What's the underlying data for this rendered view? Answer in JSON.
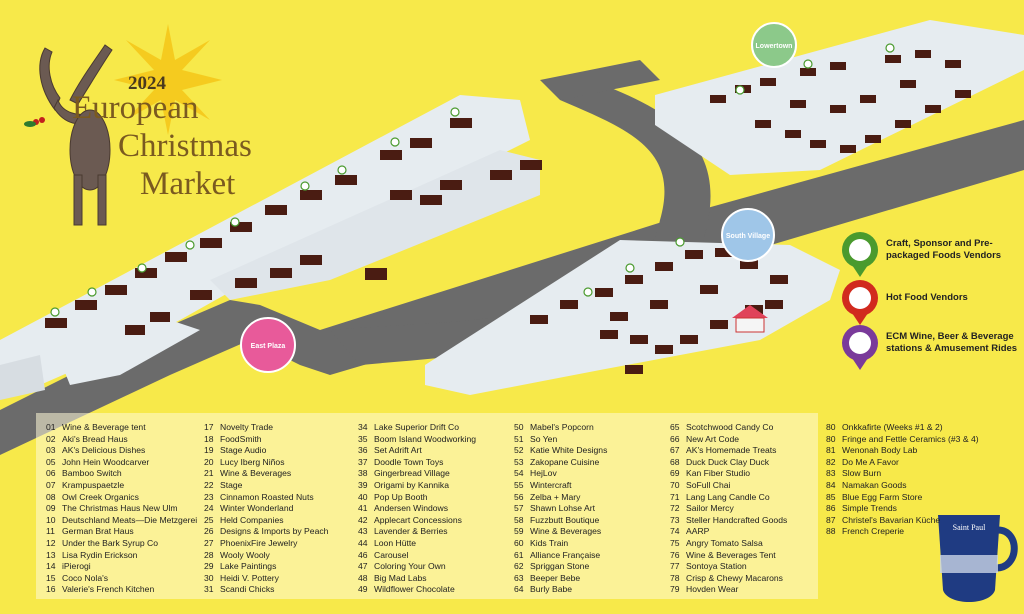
{
  "logo": {
    "year": "2024",
    "title_lines": [
      "European",
      "Christmas",
      "Market"
    ]
  },
  "areas": {
    "east_plaza": "East Plaza",
    "south_village": "South Village",
    "lowertown": "Lowertown"
  },
  "legend": [
    {
      "label": "Craft, Sponsor and Pre-packaged Foods Vendors",
      "color": "#4a9a2e",
      "icon": "green-pin-icon"
    },
    {
      "label": "Hot Food Vendors",
      "color": "#d12a1e",
      "icon": "red-pin-icon"
    },
    {
      "label": "ECM Wine, Beer & Beverage stations & Amusement Rides",
      "color": "#7a3a9a",
      "icon": "purple-pin-icon"
    }
  ],
  "colors": {
    "background": "#f7e94a",
    "road": "#6b6b6b",
    "plaza": "#e6ecf0",
    "east_plaza_badge": "#e85a9a",
    "village_badge": "#9fc6e8",
    "lowertown_badge": "#8cc98a"
  },
  "vendor_columns": [
    [
      {
        "num": "01",
        "name": "Wine & Beverage tent"
      },
      {
        "num": "02",
        "name": "Aki's Bread Haus"
      },
      {
        "num": "03",
        "name": "AK's Delicious Dishes"
      },
      {
        "num": "05",
        "name": "John Hein Woodcarver"
      },
      {
        "num": "06",
        "name": "Bamboo Switch"
      },
      {
        "num": "07",
        "name": "Krampuspaetzle"
      },
      {
        "num": "08",
        "name": "Owl Creek Organics"
      },
      {
        "num": "09",
        "name": "The Christmas Haus New Ulm"
      },
      {
        "num": "10",
        "name": "Deutschland Meats—Die Metzgerei"
      },
      {
        "num": "11",
        "name": "German Brat Haus"
      },
      {
        "num": "12",
        "name": "Under the Bark Syrup Co"
      },
      {
        "num": "13",
        "name": "Lisa Rydin Erickson"
      },
      {
        "num": "14",
        "name": "iPierogi"
      },
      {
        "num": "15",
        "name": "Coco Nola's"
      },
      {
        "num": "16",
        "name": "Valerie's French Kitchen"
      }
    ],
    [
      {
        "num": "17",
        "name": "Novelty Trade"
      },
      {
        "num": "18",
        "name": "FoodSmith"
      },
      {
        "num": "19",
        "name": "Stage Audio"
      },
      {
        "num": "20",
        "name": "Lucy Iberg Niños"
      },
      {
        "num": "21",
        "name": "Wine & Beverages"
      },
      {
        "num": "22",
        "name": "Stage"
      },
      {
        "num": "23",
        "name": "Cinnamon Roasted Nuts"
      },
      {
        "num": "24",
        "name": "Winter Wonderland"
      },
      {
        "num": "25",
        "name": "Held Companies"
      },
      {
        "num": "26",
        "name": "Designs & Imports by Peach"
      },
      {
        "num": "27",
        "name": "PhoenixFire Jewelry"
      },
      {
        "num": "28",
        "name": "Wooly Wooly"
      },
      {
        "num": "29",
        "name": "Lake Paintings"
      },
      {
        "num": "30",
        "name": "Heidi V. Pottery"
      },
      {
        "num": "31",
        "name": "Scandi Chicks"
      }
    ],
    [
      {
        "num": "34",
        "name": "Lake Superior Drift Co"
      },
      {
        "num": "35",
        "name": "Boom Island Woodworking"
      },
      {
        "num": "36",
        "name": "Set Adrift Art"
      },
      {
        "num": "37",
        "name": "Doodle Town Toys"
      },
      {
        "num": "38",
        "name": "Gingerbread Village"
      },
      {
        "num": "39",
        "name": "Origami by Kannika"
      },
      {
        "num": "40",
        "name": "Pop Up Booth"
      },
      {
        "num": "41",
        "name": "Andersen Windows"
      },
      {
        "num": "42",
        "name": "Applecart Concessions"
      },
      {
        "num": "43",
        "name": "Lavender & Berries"
      },
      {
        "num": "44",
        "name": "Loon Hütte"
      },
      {
        "num": "46",
        "name": "Carousel"
      },
      {
        "num": "47",
        "name": "Coloring Your Own"
      },
      {
        "num": "48",
        "name": "Big Mad Labs"
      },
      {
        "num": "49",
        "name": "Wildflower Chocolate"
      }
    ],
    [
      {
        "num": "50",
        "name": "Mabel's Popcorn"
      },
      {
        "num": "51",
        "name": "So Yen"
      },
      {
        "num": "52",
        "name": "Katie White Designs"
      },
      {
        "num": "53",
        "name": "Zakopane Cuisine"
      },
      {
        "num": "54",
        "name": "HejLov"
      },
      {
        "num": "55",
        "name": "Wintercraft"
      },
      {
        "num": "56",
        "name": "Zelba + Mary"
      },
      {
        "num": "57",
        "name": "Shawn Lohse Art"
      },
      {
        "num": "58",
        "name": "Fuzzbutt Boutique"
      },
      {
        "num": "59",
        "name": "Wine & Beverages"
      },
      {
        "num": "60",
        "name": "Kids Train"
      },
      {
        "num": "61",
        "name": "Alliance Française"
      },
      {
        "num": "62",
        "name": "Spriggan Stone"
      },
      {
        "num": "63",
        "name": "Beeper Bebe"
      },
      {
        "num": "64",
        "name": "Burly Babe"
      }
    ],
    [
      {
        "num": "65",
        "name": "Scotchwood Candy Co"
      },
      {
        "num": "66",
        "name": "New Art Code"
      },
      {
        "num": "67",
        "name": "AK's Homemade Treats"
      },
      {
        "num": "68",
        "name": "Duck Duck Clay Duck"
      },
      {
        "num": "69",
        "name": "Kan Fiber Studio"
      },
      {
        "num": "70",
        "name": "SoFull Chai"
      },
      {
        "num": "71",
        "name": "Lang Lang Candle Co"
      },
      {
        "num": "72",
        "name": "Sailor Mercy"
      },
      {
        "num": "73",
        "name": "Steller Handcrafted Goods"
      },
      {
        "num": "74",
        "name": "AARP"
      },
      {
        "num": "75",
        "name": "Angry Tomato Salsa"
      },
      {
        "num": "76",
        "name": "Wine & Beverages Tent"
      },
      {
        "num": "77",
        "name": "Sontoya Station"
      },
      {
        "num": "78",
        "name": "Crisp & Chewy Macarons"
      },
      {
        "num": "79",
        "name": "Hovden Wear"
      }
    ],
    [
      {
        "num": "80",
        "name": "Onkkafirte (Weeks #1 & 2)"
      },
      {
        "num": "80",
        "name": "Fringe and Fettle Ceramics (#3 & 4)"
      },
      {
        "num": "81",
        "name": "Wenonah Body Lab"
      },
      {
        "num": "82",
        "name": "Do Me A Favor"
      },
      {
        "num": "83",
        "name": "Slow Burn"
      },
      {
        "num": "84",
        "name": "Namakan Goods"
      },
      {
        "num": "85",
        "name": "Blue Egg Farm Store"
      },
      {
        "num": "86",
        "name": "Simple Trends"
      },
      {
        "num": "87",
        "name": "Christel's Bavarian Küche"
      },
      {
        "num": "88",
        "name": "French Creperie"
      }
    ]
  ],
  "mug": {
    "text": "Saint Paul"
  }
}
